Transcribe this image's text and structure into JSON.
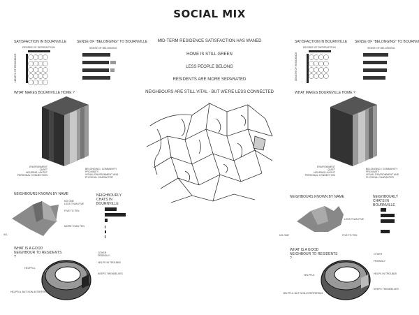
{
  "title": "SOCIAL MIX",
  "statements": [
    "MID-TERM RESIDENCE SATISFACTION HAS WANED",
    "HOME IS STILL GREEN",
    "LESS PEOPLE BELONG",
    "RESIDENTS ARE MORE SEPARATED",
    "NEIGHBOURS ARE STILL VITAL - BUT WE'RE LESS CONNECTED"
  ],
  "panels": {
    "satisfaction": "SATISFACTION IN BOURNVILLE",
    "satisfaction_axis_top": "DEGREE OF SATISFACTION",
    "satisfaction_axis_side": "LENGTH OF RESIDENCE",
    "belonging": "SENSE OF \"BELONGING\" TO BOURNVILLE",
    "belonging_axis_top": "SENSE OF BELONGING",
    "home": "WHAT MAKES BOURNVILLE HOME ?",
    "home_left": [
      "ENVIRONMENT",
      "QUIET",
      "HOUSING LAYOUT",
      "PERSONAL CONNECTION"
    ],
    "home_right": [
      "BELONGING / COMMUNITY",
      "PROXIMITY",
      "VISUAL ENVIRONMENT AND PHYSICAL CHARACTER"
    ],
    "known": "NEIGHBOURS KNOWN BY NAME",
    "known_labels": [
      "NO ONE",
      "LESS THAN FIVE",
      "FIVE TO TEN",
      "MORE THAN TEN",
      "ALL"
    ],
    "chats": "NEIGHBOURLY CHATS IN BOURNVILLE",
    "good": "WHAT IS A GOOD NEIGHBOUR TO RESIDENTS ?",
    "good_labels": [
      "OTHER",
      "FRIENDLY",
      "HELPS IN TROUBLE",
      "KEEPS THEMSELVES",
      "HELPFUL",
      "HELPFUL BUT NON-INTERFERING"
    ]
  },
  "colors": {
    "dark": "#2e2e2e",
    "mid": "#777777",
    "light": "#b5b5b5"
  }
}
